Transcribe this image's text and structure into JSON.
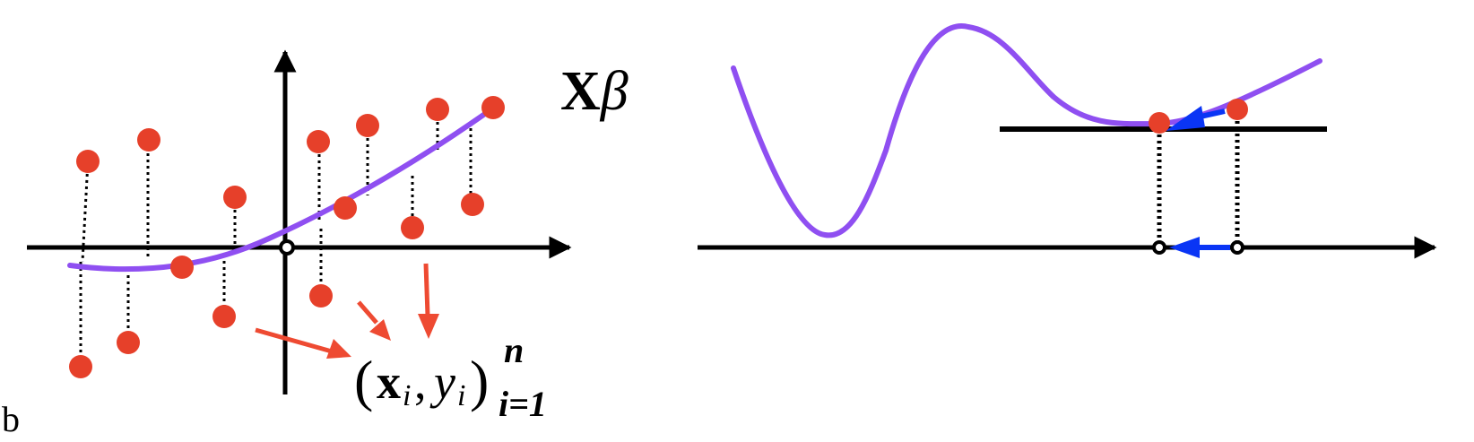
{
  "colors": {
    "curve": "#8f4ff1",
    "point": "#e6402a",
    "arrow_red": "#ee4a32",
    "arrow_blue": "#0a35f5",
    "axis": "#000000"
  },
  "left_panel": {
    "label_xbeta": {
      "bold": "X",
      "italic": "β"
    },
    "label_data": {
      "open": "(",
      "x": "x",
      "xsub": "i",
      "comma": ",",
      "y": "y",
      "ysub": "i",
      "close": ")",
      "sup": "n",
      "sub": "i=1"
    },
    "fragment_text": "b"
  }
}
